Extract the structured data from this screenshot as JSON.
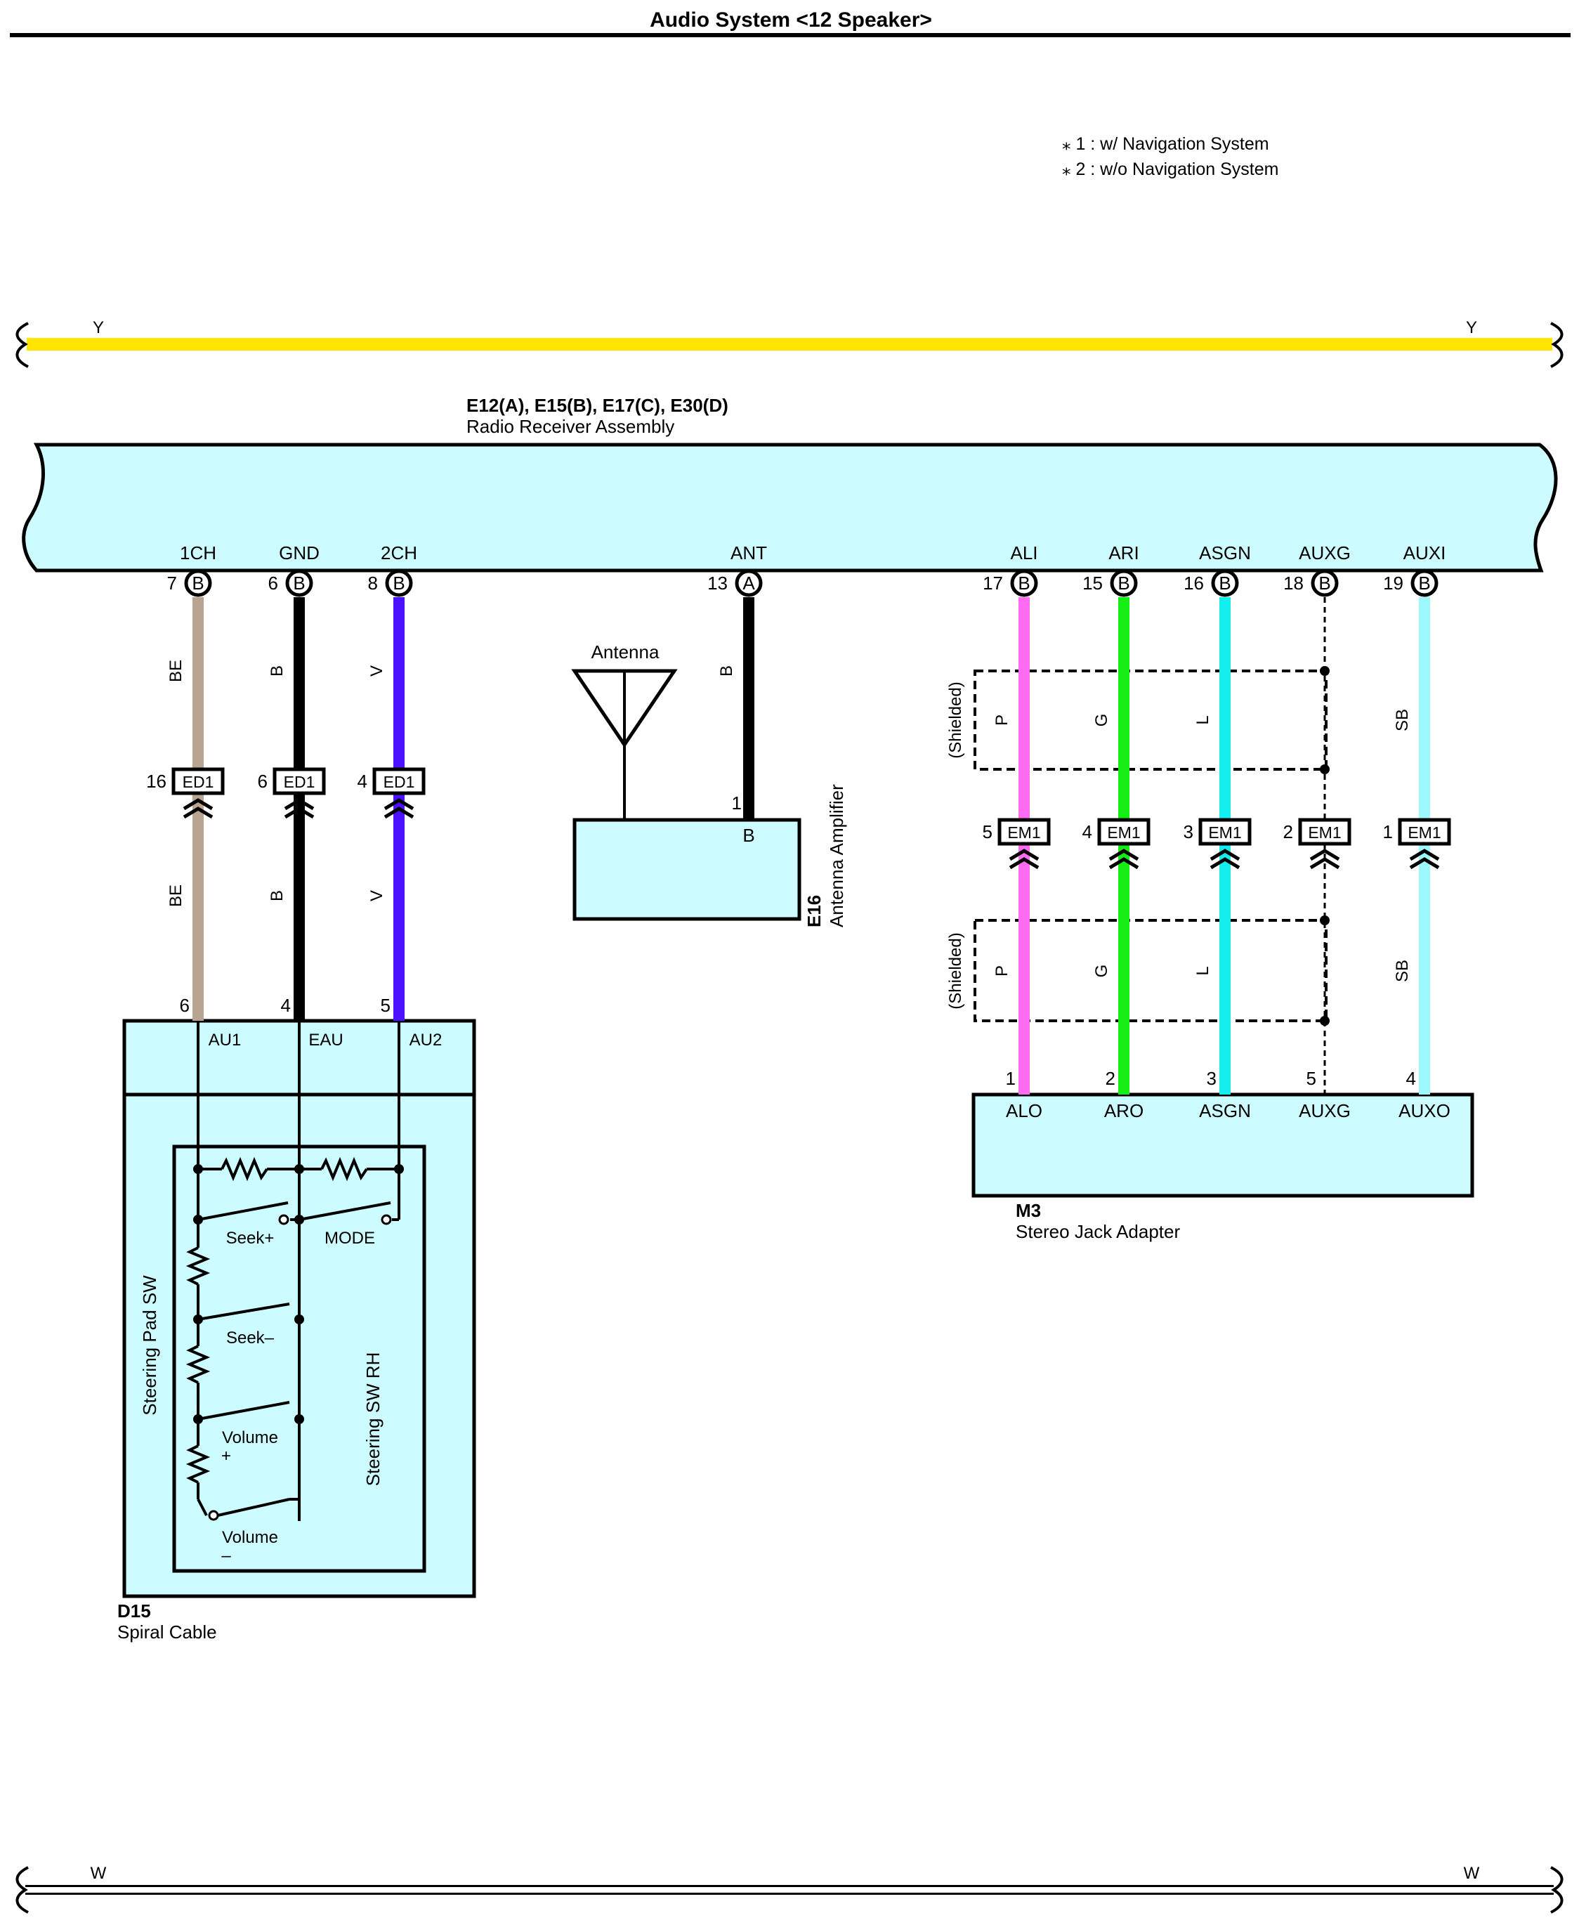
{
  "title": "Audio System <12 Speaker>",
  "notes": [
    "⁎ 1 : w/ Navigation System",
    "⁎ 2 : w/o Navigation System"
  ],
  "colors": {
    "Y": "#ffe400",
    "BE": "#b9a58f",
    "B": "#000000",
    "V": "#4a12ff",
    "P": "#ff6cf2",
    "G": "#14ee14",
    "L": "#14eeee",
    "SB": "#9cf8fc",
    "W": "#ffffff",
    "component_fill": "#ccfcff"
  },
  "buses": {
    "top": {
      "left": "Y",
      "right": "Y"
    },
    "bottom": {
      "left": "W",
      "right": "W"
    }
  },
  "receiver": {
    "codes": "E12(A), E15(B), E17(C), E30(D)",
    "name": "Radio Receiver Assembly",
    "pins": [
      {
        "label": "1CH",
        "num": "7",
        "conn": "B"
      },
      {
        "label": "GND",
        "num": "6",
        "conn": "B"
      },
      {
        "label": "2CH",
        "num": "8",
        "conn": "B"
      },
      {
        "label": "ANT",
        "num": "13",
        "conn": "A"
      },
      {
        "label": "ALI",
        "num": "17",
        "conn": "B"
      },
      {
        "label": "ARI",
        "num": "15",
        "conn": "B"
      },
      {
        "label": "ASGN",
        "num": "16",
        "conn": "B"
      },
      {
        "label": "AUXG",
        "num": "18",
        "conn": "B"
      },
      {
        "label": "AUXI",
        "num": "19",
        "conn": "B"
      }
    ]
  },
  "ed1": {
    "name": "ED1",
    "pins": [
      "16",
      "6",
      "4"
    ],
    "colors_top": [
      "BE",
      "B",
      "V"
    ],
    "colors_bottom": [
      "BE",
      "B",
      "V"
    ]
  },
  "em1": {
    "name": "EM1",
    "pins": [
      "5",
      "4",
      "3",
      "2",
      "1"
    ],
    "colors_top": [
      "P",
      "G",
      "L",
      "",
      "SB"
    ],
    "colors_bottom": [
      "P",
      "G",
      "L",
      "",
      "SB"
    ],
    "shielded": "(Shielded)"
  },
  "antenna": {
    "label": "Antenna",
    "wire_color": "B",
    "code": "E16",
    "name": "Antenna Amplifier",
    "pin_num": "1",
    "pin_conn": "B"
  },
  "spiral": {
    "code": "D15",
    "name": "Spiral Cable",
    "pins": [
      {
        "num": "6",
        "label": "AU1"
      },
      {
        "num": "4",
        "label": "EAU"
      },
      {
        "num": "5",
        "label": "AU2"
      }
    ],
    "steering_pad": "Steering Pad SW",
    "steering_rh": "Steering SW RH",
    "switches": {
      "seek_up": "Seek+",
      "mode": "MODE",
      "seek_down": "Seek–",
      "vol_up": [
        "Volume",
        "+"
      ],
      "vol_down": [
        "Volume",
        "–"
      ]
    }
  },
  "jack": {
    "code": "M3",
    "name": "Stereo Jack Adapter",
    "pins": [
      {
        "num": "1",
        "label": "ALO"
      },
      {
        "num": "2",
        "label": "ARO"
      },
      {
        "num": "3",
        "label": "ASGN"
      },
      {
        "num": "5",
        "label": "AUXG"
      },
      {
        "num": "4",
        "label": "AUXO"
      }
    ]
  }
}
